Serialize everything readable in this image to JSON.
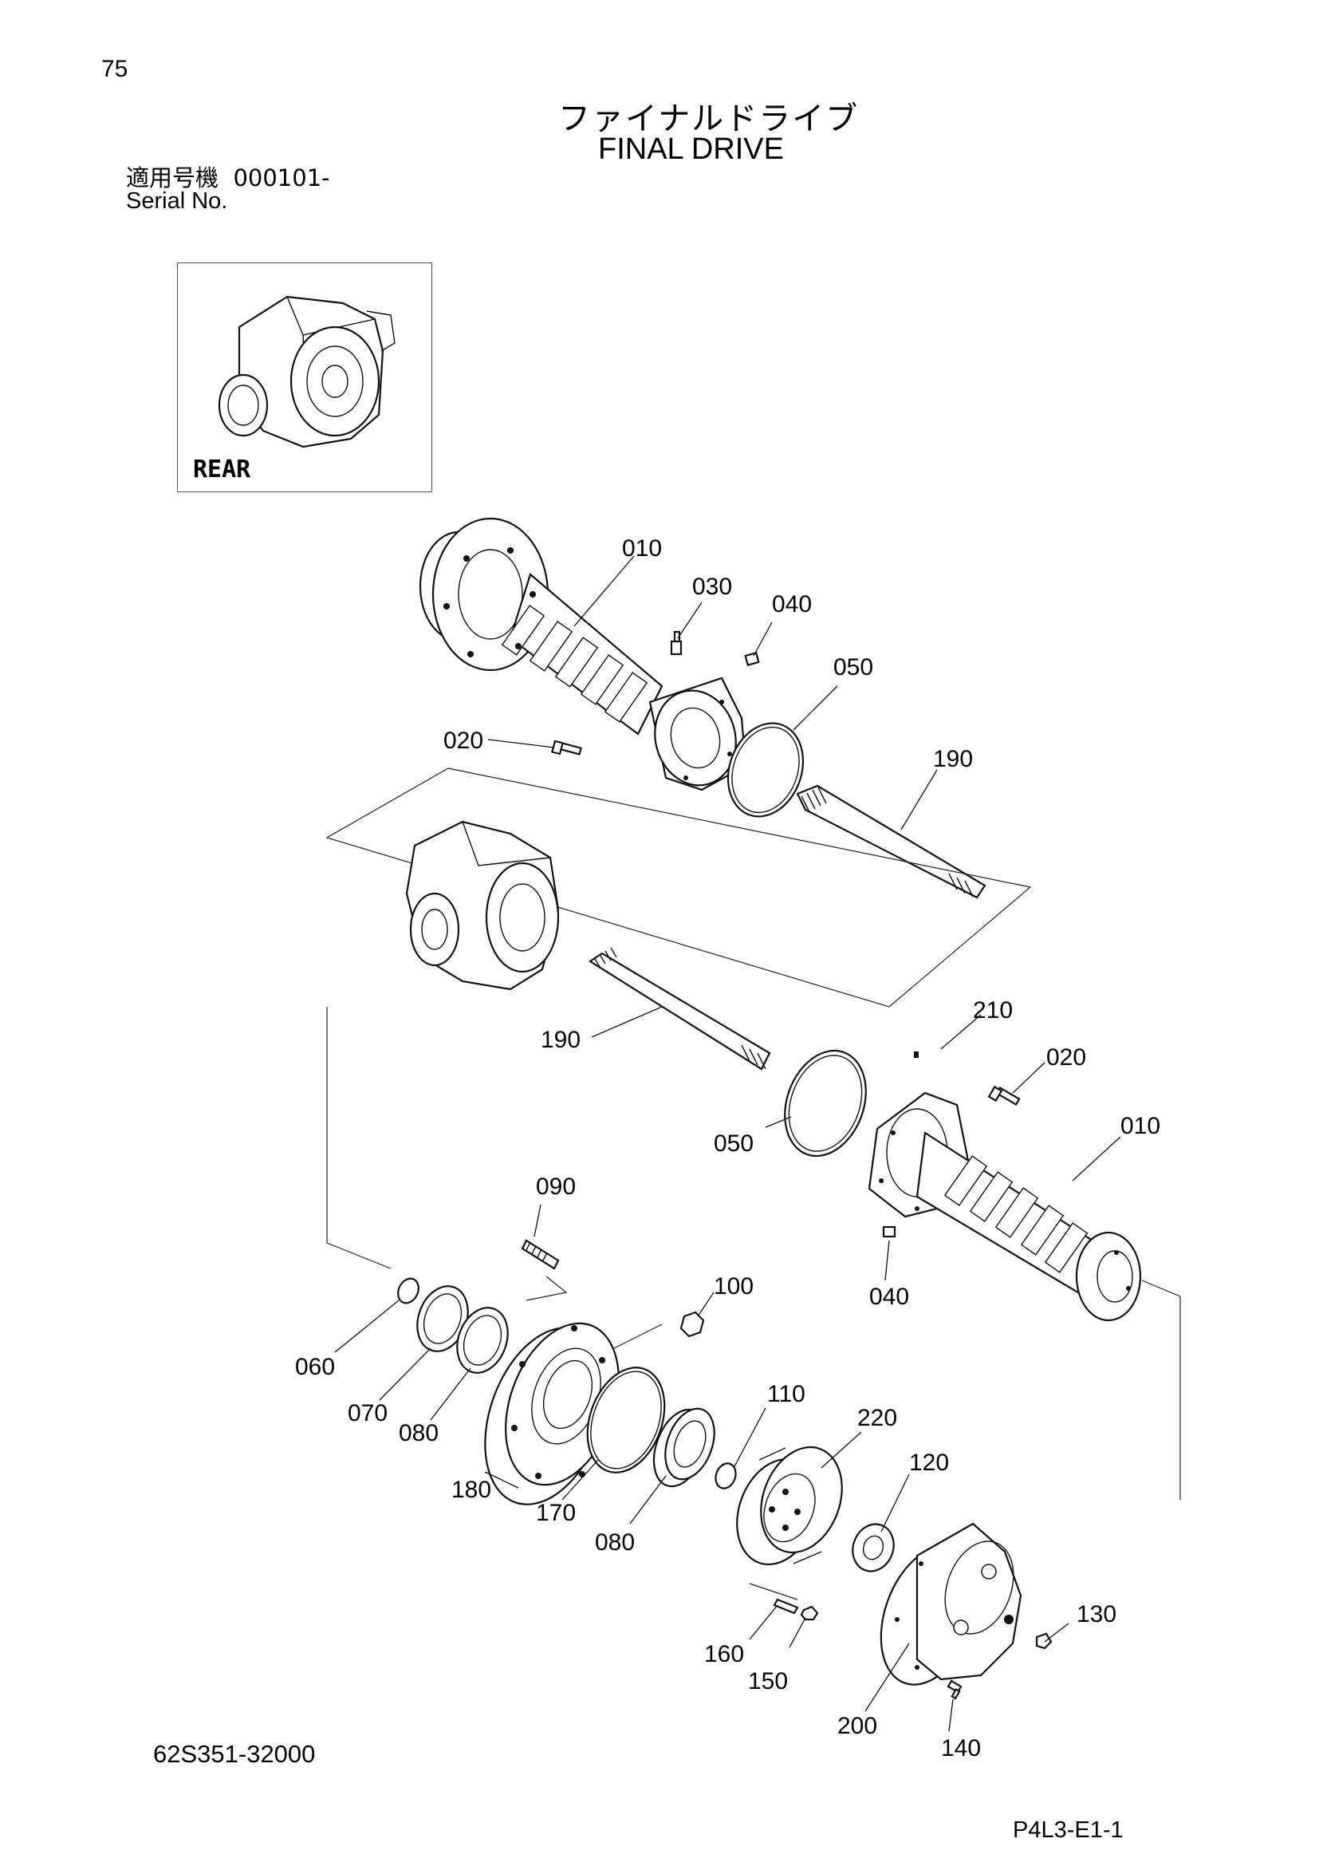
{
  "page_number": "75",
  "title_jp": "ファイナルドライブ",
  "title_en": "FINAL DRIVE",
  "serial": {
    "label_jp": "適用号機",
    "value": "000101-",
    "label_en": "Serial No."
  },
  "inset_label": "REAR",
  "part_labels": {
    "p010_top": "010",
    "p030": "030",
    "p040_top": "040",
    "p050_top": "050",
    "p020_top": "020",
    "p190_top": "190",
    "p190_mid": "190",
    "p210": "210",
    "p020_right": "020",
    "p010_right": "010",
    "p050_mid": "050",
    "p090": "090",
    "p040_right": "040",
    "p100": "100",
    "p060": "060",
    "p070": "070",
    "p080_a": "080",
    "p110": "110",
    "p220": "220",
    "p180": "180",
    "p170": "170",
    "p080_b": "080",
    "p120": "120",
    "p130": "130",
    "p160": "160",
    "p150": "150",
    "p200": "200",
    "p140": "140"
  },
  "drawing_number": "62S351-32000",
  "page_code": "P4L3-E1-1"
}
